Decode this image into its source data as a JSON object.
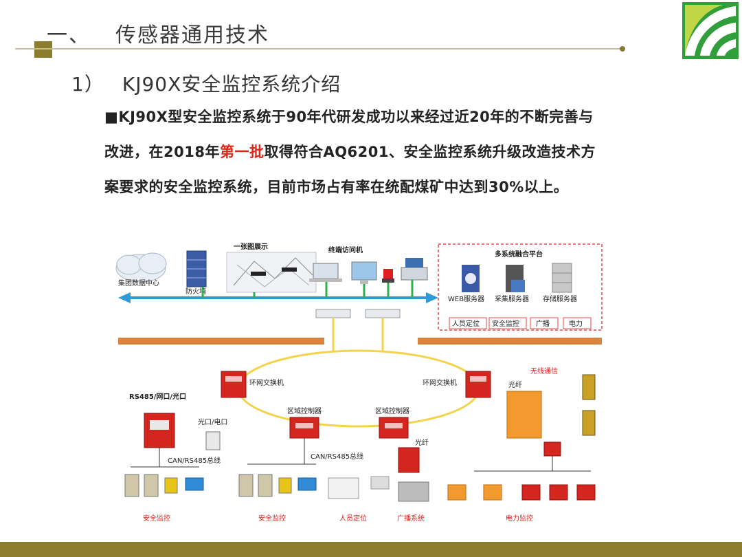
{
  "header": {
    "section_number": "一、",
    "section_title": "传感器通用技术"
  },
  "subheader": {
    "number": "1）",
    "title": "KJ90X安全监控系统介绍"
  },
  "body": {
    "bullet": "■",
    "text_before": "KJ90X型安全监控系统于90年代研发成功以来经过近20年的不断完善与改进，在2018年",
    "highlight": "第一批",
    "text_after": "取得符合AQ6201、安全监控系统升级改造技术方案要求的安全监控系统，目前市场占有率在统配煤矿中达到30%以上。",
    "highlight_color": "#e0261b"
  },
  "diagram": {
    "labels": {
      "cloud": "集团数据中心",
      "firewall": "防火墙",
      "display": "一张图展示",
      "terminal": "终端访问机",
      "platform": "多系统融合平台",
      "web_server": "WEB服务器",
      "collect_server": "采集服务器",
      "storage_server": "存储服务器",
      "personnel_positioning": "人员定位",
      "safety_monitoring": "安全监控",
      "broadcast": "广播",
      "power": "电力",
      "ring_switch_left": "环网交换机",
      "ring_switch_right": "环网交换机",
      "rs485": "RS485/网口/光口",
      "optical_electrical": "光口/电口",
      "area_controller_1": "区域控制器",
      "area_controller_2": "区域控制器",
      "can_bus_left": "CAN/RS485总线",
      "can_bus_mid": "CAN/RS485总线",
      "fiber_mid": "光纤",
      "fiber_right": "光纤",
      "wireless": "无线通信",
      "bottom_safety_1": "安全监控",
      "bottom_safety_2": "安全监控",
      "bottom_personnel": "人员定位",
      "bottom_broadcast": "广播系统",
      "bottom_power": "电力监控"
    }
  },
  "colors": {
    "accent_gold": "#8b7d2b",
    "device_red": "#d3261f",
    "ethernet_blue": "#2f9bd6",
    "ring_yellow": "#f2d34b",
    "bus_orange": "#d9833f"
  }
}
